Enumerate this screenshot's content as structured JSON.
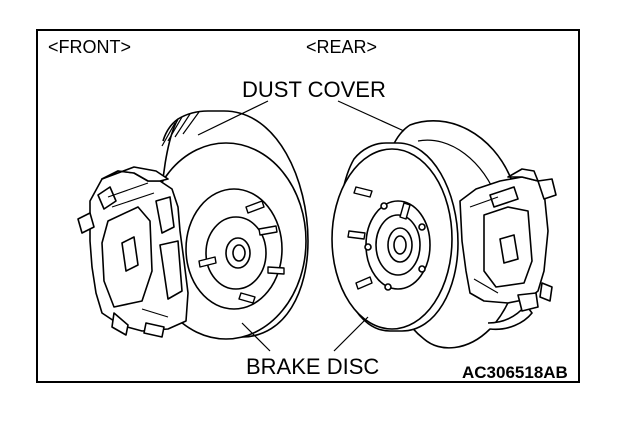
{
  "labels": {
    "front": "<FRONT>",
    "rear": "<REAR>",
    "dust_cover": "DUST COVER",
    "brake_disc": "BRAKE DISC",
    "figure_id": "AC306518AB"
  },
  "colors": {
    "line": "#000000",
    "background": "#ffffff"
  }
}
